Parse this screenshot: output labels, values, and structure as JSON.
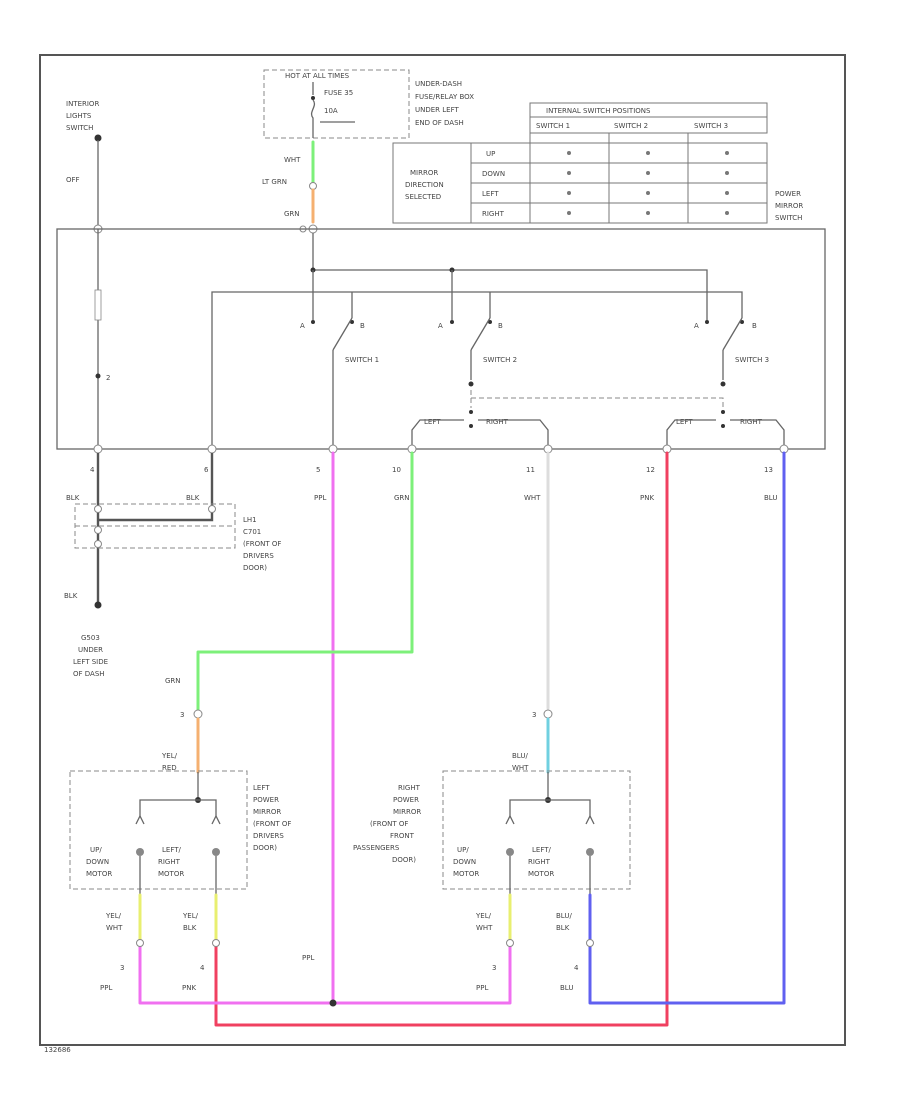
{
  "labels": {
    "hot_at_all_times": "HOT AT ALL TIMES",
    "fuse": "FUSE 35",
    "fuse_amps": "10A",
    "fuse_box": "UNDER-DASH FUSE/RELAY BOX UNDER LEFT END OF DASH",
    "interior_lights_switch": "INTERIOR LIGHTS SWITCH",
    "off": "OFF",
    "power_mirror_switch": "POWER MIRROR SWITCH",
    "mirror_direction_selected": "MIRROR DIRECTION SELECTED",
    "internal_switch_positions": "INTERNAL SWITCH POSITIONS",
    "switch1": "SWITCH 1",
    "switch2": "SWITCH 2",
    "switch3": "SWITCH 3",
    "contact_a": "A",
    "contact_b": "B",
    "left": "LEFT",
    "right": "RIGHT",
    "ground_label": "G503 UNDER LEFT SIDE OF DASH",
    "connector_label": "LH1 C701 (FRONT OF DRIVERS DOOR)",
    "left_mirror": "LEFT POWER MIRROR (FRONT OF DRIVERS DOOR)",
    "right_mirror": "RIGHT POWER MIRROR (FRONT OF FRONT PASSENGERS DOOR)",
    "up_down_motor": "UP/ DOWN MOTOR",
    "left_right_motor": "LEFT/ RIGHT MOTOR",
    "code": "132686"
  },
  "table": {
    "rows": [
      "UP",
      "DOWN",
      "LEFT",
      "RIGHT"
    ],
    "cols": [
      "SWITCH 1",
      "SWITCH 2",
      "SWITCH 3"
    ]
  },
  "pins": {
    "p_wht": "WHT",
    "p_ltgrn": "LT GRN",
    "p_grn_top": "GRN",
    "p4": "4",
    "p6": "6",
    "p5": "5",
    "p10": "10",
    "p11": "11",
    "p12": "12",
    "p13": "13",
    "p_mid_3": "3",
    "p_mid_b": "B",
    "pin_l": "3",
    "pin_r": "3",
    "pin_bl1": "3",
    "pin_bl2": "4",
    "pin_br1": "3",
    "pin_br2": "4"
  },
  "wire_labels": {
    "blk1": "BLK",
    "blk2": "BLK",
    "blk3": "BLK",
    "ppl": "PPL",
    "grn": "GRN",
    "wht": "WHT",
    "pnk": "PNK",
    "blu": "BLU",
    "grn_mid": "GRN",
    "yel_red": "YEL/ RED",
    "blu_wht": "BLU/ WHT",
    "yel_wht_l": "YEL/ WHT",
    "yel_blk_l": "YEL/ BLK",
    "yel_wht_r": "YEL/ WHT",
    "blu_blk_r": "BLU/ BLK",
    "ppl_mid": "PPL",
    "ppl_bl": "PPL",
    "pnk_bl": "PNK",
    "ppl_br": "PPL",
    "blu_br": "BLU"
  },
  "colors": {
    "green": "#7df07a",
    "orange": "#f5b070",
    "pink": "#f070f0",
    "red": "#f04060",
    "blue": "#6060f0",
    "white_wire": "#dddddd",
    "cyan": "#70d0e0",
    "yellow": "#e8ef70"
  }
}
